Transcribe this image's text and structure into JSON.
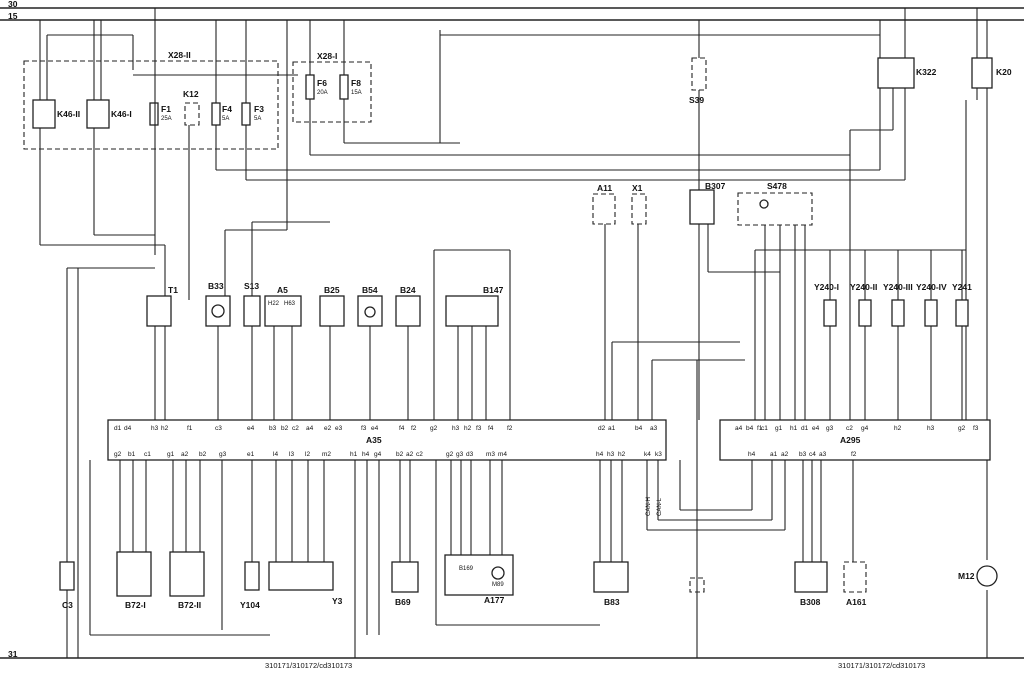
{
  "rails": {
    "r30": "30",
    "r15": "15",
    "r31": "31"
  },
  "groups": {
    "x28_2": "X28-II",
    "x28_1": "X28-I"
  },
  "components": {
    "k46_2": "K46-II",
    "k46_1": "K46-I",
    "f1": "F1",
    "f1_val": "25A",
    "k12": "K12",
    "f4": "F4",
    "f4_val": "5A",
    "f3": "F3",
    "f3_val": "5A",
    "f6": "F6",
    "f6_val": "20A",
    "f8": "F8",
    "f8_val": "15A",
    "s39": "S39",
    "k322": "K322",
    "k20": "K20",
    "t1": "T1",
    "b33": "B33",
    "s13": "S13",
    "a5": "A5",
    "h22": "H22",
    "h63": "H63",
    "b25": "B25",
    "b54": "B54",
    "b24": "B24",
    "b147": "B147",
    "a11": "A11",
    "x1": "X1",
    "b307": "B307",
    "s478": "S478",
    "y240_1": "Y240-I",
    "y240_2": "Y240-II",
    "y240_3": "Y240-III",
    "y240_4": "Y240-IV",
    "y241": "Y241",
    "a35": "A35",
    "a295": "A295",
    "c3": "C3",
    "b72_1": "B72-I",
    "b72_2": "B72-II",
    "y104": "Y104",
    "y3": "Y3",
    "b69": "B69",
    "a177": "A177",
    "b169": "B169",
    "m89": "M89",
    "b83": "B83",
    "b308": "B308",
    "a161": "A161",
    "m12": "M12"
  },
  "bus": {
    "canh": "CAN-H",
    "canl": "CAN-L"
  },
  "a35_top_pins": [
    "d1",
    "d4",
    "h3",
    "h2",
    "f1",
    "c3",
    "e4",
    "b3",
    "b2",
    "c2",
    "a4",
    "e2",
    "e3",
    "f3",
    "e4",
    "f4",
    "f2",
    "g2",
    "h3",
    "h2",
    "f3",
    "f4",
    "f2",
    "d2",
    "a1",
    "b4",
    "a3"
  ],
  "a35_bottom_pins": [
    "g2",
    "b1",
    "c1",
    "g1",
    "a2",
    "b2",
    "g3",
    "e1",
    "l4",
    "l3",
    "l2",
    "m2",
    "h1",
    "h4",
    "g4",
    "b2",
    "a2",
    "c2",
    "g2",
    "g3",
    "d3",
    "m3",
    "m4",
    "h4",
    "h3",
    "h2",
    "k4",
    "k3"
  ],
  "a295_top_pins": [
    "a4",
    "b4",
    "f1",
    "c1",
    "g1",
    "h1",
    "d1",
    "e4",
    "g3",
    "c2",
    "g4",
    "h2",
    "h3",
    "g2",
    "f3"
  ],
  "a295_bottom_pins": [
    "h4",
    "a1",
    "a2",
    "b3",
    "c4",
    "a3",
    "f2"
  ],
  "footer": {
    "left": "310171/310172/cd310173",
    "right": "310171/310172/cd310173"
  }
}
